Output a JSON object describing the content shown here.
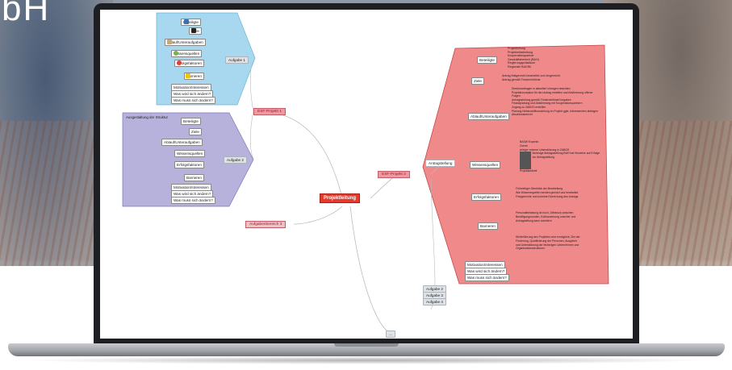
{
  "brand": {
    "text": "bH"
  },
  "mindmap": {
    "center": "Projektleitung",
    "projects": {
      "esf1": "ESF-Projekt 1",
      "esf2": "ESF-Projekt 2",
      "bereich3": "Aufgabenbereich 3",
      "more": "..."
    },
    "task1": {
      "label": "Aufgabe 1",
      "items": [
        "Beteiligte",
        "Ziele",
        "Ablauf/Unteraufgaben",
        "Wissensquellen",
        "Erfolgsfaktoren",
        "Barrieren",
        "Motivation/Interessen",
        "Was wird sich ändern?",
        "Was muss sich ändern?"
      ]
    },
    "task2": {
      "label": "Aufgabe 2",
      "note": "Ausgestaltung der Struktur",
      "items": [
        "Beteiligte",
        "Ziele",
        "Ablauf/Unteraufgaben",
        "Wissensquellen",
        "Erfolgsfaktoren",
        "Barrieren",
        "Motivation/Interessen",
        "Was wird sich ändern?",
        "Was muss sich ändern?"
      ]
    },
    "auftrag": {
      "label": "Antragstellung",
      "beteiligte": {
        "label": "Beteiligte",
        "notes": [
          "Projektleitung",
          "Projektmitarbeitung",
          "Kooperationspartner",
          "Geschäftsbereich (BAH)",
          "Regierungspräsidium",
          "Regionale BAGIM"
        ]
      },
      "ziele": {
        "label": "Ziele",
        "notes": [
          "Antrag fristgerecht bearbeitet und eingereicht",
          "Antrag gemäß Förderrichtlinie"
        ]
      },
      "ablauf": {
        "label": "Ablauf/Unteraufgaben",
        "notes": [
          "Direktoranfragen in aktuellen Vorlagen beachten",
          "Projektkonzeption für den Antrag erstellen und Abstimmung offener Fragen",
          "Antragsstellung gemäß Förderrichtlinie/Vorgaben",
          "Finanzplanung und Abstimmung mit Kooperationspartnern",
          "Zugang zu ZABOS erstellen",
          "Planung Nebenzielfinanzierung im Projekt ggfs. Interessenten abfragen",
          "Abschlussbericht"
        ]
      },
      "wissen": {
        "label": "Wissensquellen",
        "notes": [
          "BASW Expertin",
          "Zuerst",
          "jetziger externe Unterstützung in ZABOS",
          "bisherige Antragsstellung BAH hat Hinweise auf Erfolge zur Antragstellung",
          "Projektlaufzeit"
        ]
      },
      "erfolg": {
        "label": "Erfolgsfaktoren",
        "notes": [
          "Frühzeitiger Überblick der Bearbeitung",
          "Wie Wissensquellen werden genutzt und bearbeitet",
          "Fristgerechte und korrekte Einreichung des Antrags"
        ]
      },
      "barrieren": {
        "label": "Barrieren",
        "notes": [
          "Personalbelastung ist hoch, Zeitdruck zwischen Bewilligungsrunden, Kofinanzierung unsicher und Antragstellung kann scheitern"
        ]
      },
      "motivation": {
        "label": "Motivation/Interessen",
        "notes": [
          "Weiterführung des Projektes wird ermöglicht; Ziel der Förderung, Qualifizierung der Personen, Ausgleich und Unterstützung der bisherigen Unternehmen und Organisationsstrukturen"
        ]
      },
      "aendern": "Was wird sich ändern?",
      "muss": "Was muss sich ändern?"
    },
    "more_tasks": [
      "Aufgabe 2",
      "Aufgabe 3",
      "Aufgabe 4"
    ],
    "colors": {
      "blue": "#a8d8ef",
      "purple": "#b7b2dc",
      "red": "#f08a8a",
      "center": "#e63a2e"
    }
  }
}
